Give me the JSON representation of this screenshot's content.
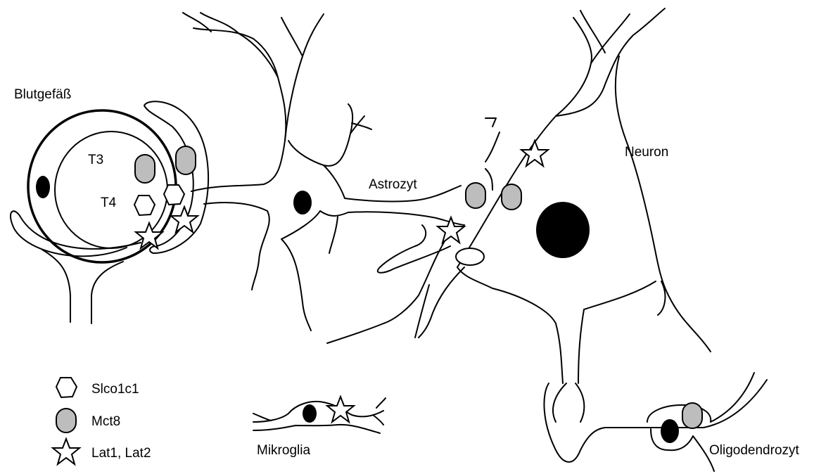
{
  "labels": {
    "blood_vessel": "Blutgefäß",
    "t3": "T3",
    "t4": "T4",
    "astrocyte": "Astrozyt",
    "neuron": "Neuron",
    "microglia": "Mikroglia",
    "oligodendrocyte": "Oligodendrozyt"
  },
  "legend": {
    "items": [
      {
        "symbol": "hexagon",
        "label": "Slco1c1"
      },
      {
        "symbol": "rounded-oval-gray",
        "label": "Mct8"
      },
      {
        "symbol": "star",
        "label": "Lat1, Lat2"
      }
    ]
  },
  "colors": {
    "line": "#000000",
    "transporter_fill": "#bdbdbd",
    "background": "#ffffff"
  }
}
